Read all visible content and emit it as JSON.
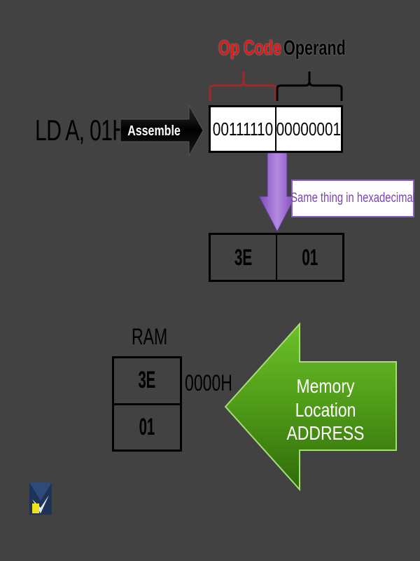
{
  "instruction": "LD A, 01H",
  "assemble_label": "Assemble",
  "opcode_label": "Op Code",
  "operand_label": "Operand",
  "binary": {
    "opcode": "00111110",
    "operand": "00000001"
  },
  "hex_note": "Same thing in hexadecimal",
  "hex": {
    "opcode": "3E",
    "operand": "01"
  },
  "ram": {
    "label": "RAM",
    "cells": [
      "3E",
      "01"
    ],
    "address": "0000H"
  },
  "memory_arrow": {
    "line1": "Memory Location",
    "line2": "ADDRESS"
  },
  "colors": {
    "background": "#424242",
    "opcode": "#e01818",
    "hex_arrow": "#9b6ad0",
    "memory_arrow": "#5aa51c"
  },
  "icons": [
    "logo-icon"
  ]
}
